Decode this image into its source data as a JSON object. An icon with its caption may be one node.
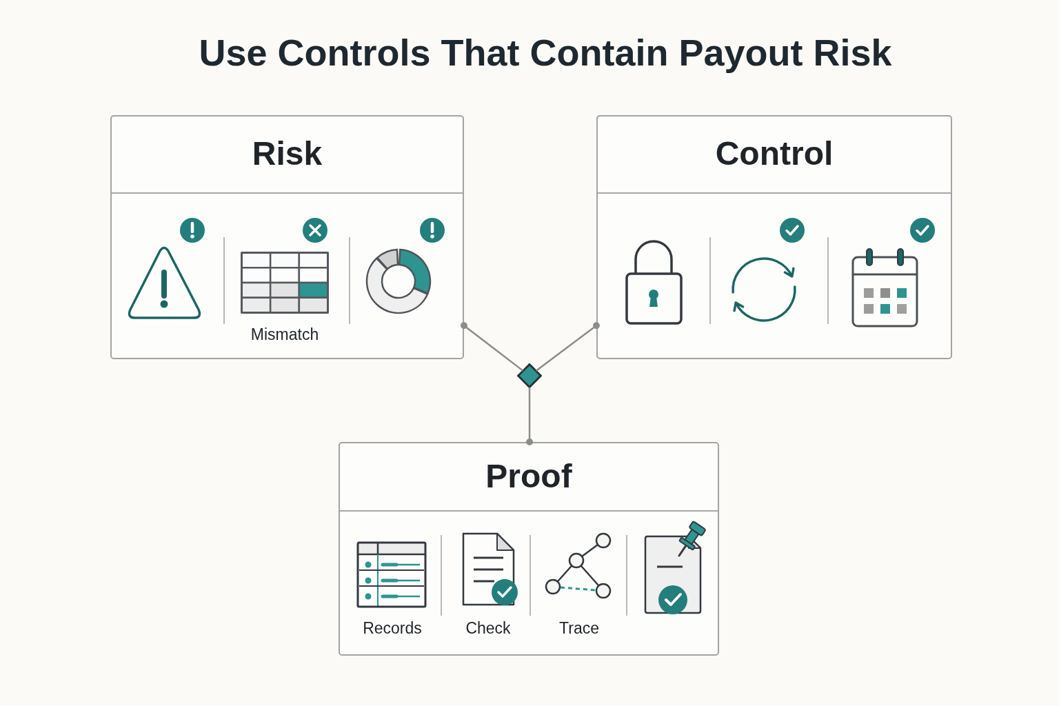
{
  "diagram": {
    "title": "Use Controls That Contain Payout Risk",
    "nodes": [
      {
        "text": [
          "Risk",
          "Mismatch"
        ]
      },
      {
        "text": [
          "Control"
        ]
      },
      {
        "text": [],
        "shape": "diamond"
      },
      {
        "text": [
          "Proof",
          "Records",
          "Check",
          "Trace"
        ]
      }
    ],
    "edges": [
      {
        "from": 2,
        "to": 0,
        "arrow": "other"
      },
      {
        "from": 2,
        "to": 1,
        "arrow": "other"
      },
      {
        "from": 2,
        "to": 3,
        "arrow": "other"
      }
    ]
  }
}
